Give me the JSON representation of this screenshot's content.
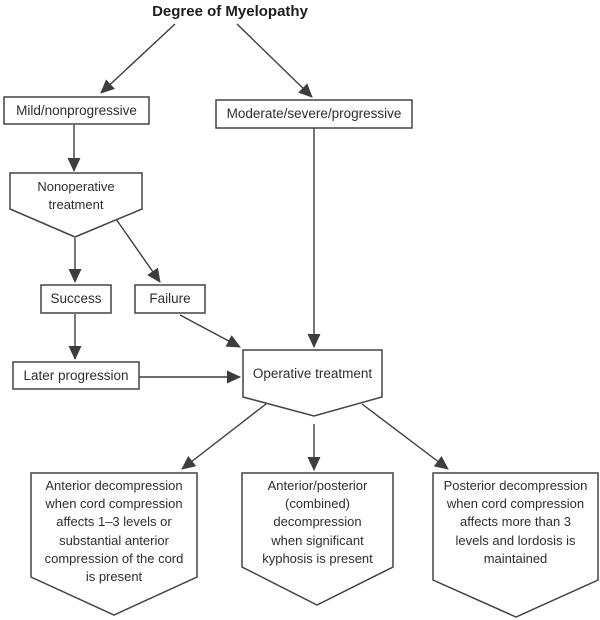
{
  "diagram": {
    "title": "Degree of Myelopathy",
    "nodes": {
      "mild": "Mild/nonprogressive",
      "moderate": "Moderate/severe/progressive",
      "nonoperative": "Nonoperative\ntreatment",
      "success": "Success",
      "failure": "Failure",
      "later_progression": "Later progression",
      "operative": "Operative treatment",
      "anterior_decompression": "Anterior decompression\nwhen cord compression\naffects 1–3 levels or\nsubstantial anterior\ncompression of the cord\nis present",
      "combined_decompression": "Anterior/posterior\n(combined)\ndecompression\nwhen significant\nkyphosis is present",
      "posterior_decompression": "Posterior decompression\nwhen cord compression\naffects more than 3\nlevels and lordosis is\nmaintained"
    },
    "edges": [
      {
        "from": "title",
        "to": "mild"
      },
      {
        "from": "title",
        "to": "moderate"
      },
      {
        "from": "mild",
        "to": "nonoperative"
      },
      {
        "from": "nonoperative",
        "to": "success"
      },
      {
        "from": "nonoperative",
        "to": "failure"
      },
      {
        "from": "success",
        "to": "later_progression"
      },
      {
        "from": "later_progression",
        "to": "operative"
      },
      {
        "from": "failure",
        "to": "operative"
      },
      {
        "from": "moderate",
        "to": "operative"
      },
      {
        "from": "operative",
        "to": "anterior_decompression"
      },
      {
        "from": "operative",
        "to": "combined_decompression"
      },
      {
        "from": "operative",
        "to": "posterior_decompression"
      }
    ],
    "colors": {
      "line": "#3d3d3d",
      "box_border": "#444444",
      "text": "#2e2e2e",
      "title_text": "#1d1d1d",
      "background": "#ffffff"
    }
  }
}
